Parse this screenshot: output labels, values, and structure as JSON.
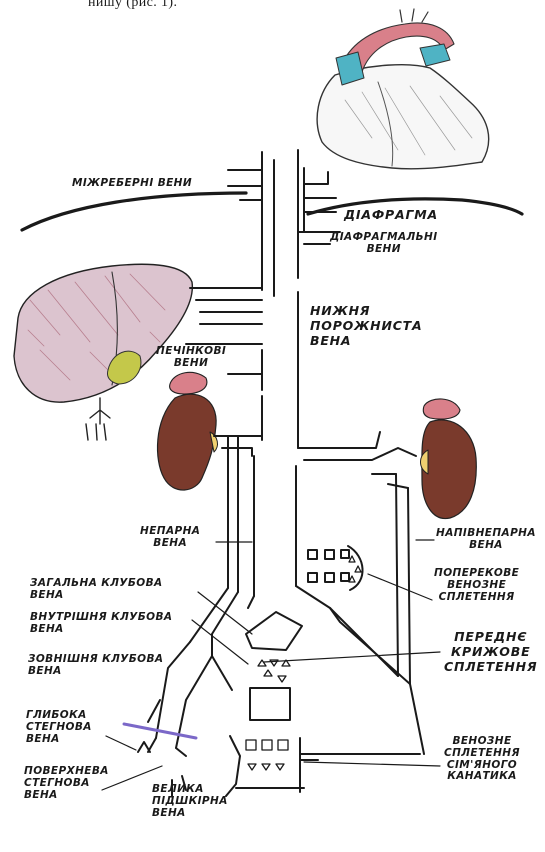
{
  "caption_fragment": "нишу (рис. 1).",
  "colors": {
    "ink": "#1a1a1a",
    "aorta": "#d9808a",
    "vessel_blue": "#4fb3c4",
    "liver": "#dcc4cf",
    "gallbladder": "#c4c84a",
    "kidney": "#7a3a2c",
    "adrenal": "#f0d070",
    "vas_marker": "#7b68c8"
  },
  "labels": {
    "intercostal": "МІЖРЕБЕРНІ ВЕНИ",
    "diaphragm": "ДІАФРАГМА",
    "diaphragmatic_veins": "ДІАФРАГМАЛЬНІ\nВЕНИ",
    "ivc": "НИЖНЯ\nПОРОЖНИСТА\nВЕНА",
    "hepatic_veins": "ПЕЧІНКОВІ\nВЕНИ",
    "azygos": "НЕПАРНА\nВЕНА",
    "hemiazygos": "НАПІВНЕПАРНА\nВЕНА",
    "common_iliac": "ЗАГАЛЬНА КЛУБОВА\nВЕНА",
    "internal_iliac": "ВНУТРІШНЯ КЛУБОВА\nВЕНА",
    "external_iliac": "ЗОВНІШНЯ КЛУБОВА\nВЕНА",
    "lumbar_plexus": "ПОПЕРЕКОВЕ\nВЕНОЗНЕ\nСПЛЕТЕННЯ",
    "sacral_plexus": "ПЕРЕДНЄ\nКРИЖОВЕ\nСПЛЕТЕННЯ",
    "deep_femoral": "ГЛИБОКА\nСТЕГНОВА\nВЕНА",
    "superficial_femoral": "ПОВЕРХНЕВА\nСТЕГНОВА\nВЕНА",
    "great_saphenous": "ВЕЛИКА\nПІДШКІРНА\nВЕНА",
    "spermatic_plexus": "ВЕНОЗНЕ\nСПЛЕТЕННЯ\nСІМ'ЯНОГО\nКАНАТИКА"
  }
}
